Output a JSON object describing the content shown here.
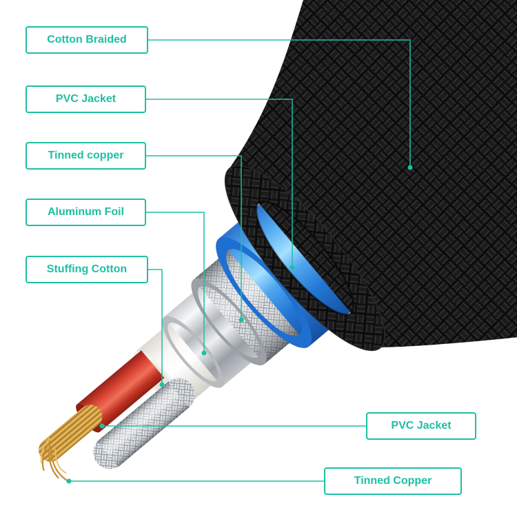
{
  "page": {
    "background_color": "#ffffff"
  },
  "style": {
    "accent_color": "#1dbfa3",
    "callout_border_color": "#1dbfa3",
    "callout_text_color": "#1dbfa3"
  },
  "diagram": {
    "type": "cable-layer-cutaway",
    "callouts": [
      {
        "id": "cotton-braided",
        "label": "Cotton Braided"
      },
      {
        "id": "pvc-jacket-outer",
        "label": "PVC Jacket"
      },
      {
        "id": "tinned-copper-shield",
        "label": "Tinned copper"
      },
      {
        "id": "aluminum-foil",
        "label": "Aluminum Foil"
      },
      {
        "id": "stuffing-cotton",
        "label": "Stuffing Cotton"
      },
      {
        "id": "pvc-jacket-inner",
        "label": "PVC Jacket"
      },
      {
        "id": "tinned-copper-core",
        "label": "Tinned Copper"
      }
    ],
    "colors": {
      "braid_black": "#141414",
      "jacket_blue": "#2f86e0",
      "tinned_copper_silver": "#b3b8be",
      "aluminum_foil_silver": "#c9ccd0",
      "stuffing_cotton_white": "#f4f3ee",
      "inner_jacket_red": "#d8402e",
      "copper_strands": "#d09c3e"
    }
  }
}
